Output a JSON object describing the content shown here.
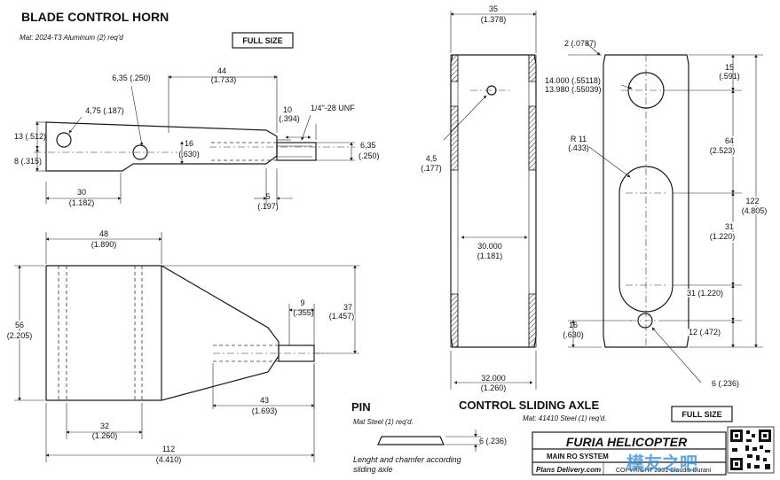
{
  "headings": {
    "horn_title": "BLADE CONTROL HORN",
    "horn_material": "Mat: 2024-T3 Aluminum (2) req'd",
    "full_size_1": "FULL SIZE",
    "axle_title": "CONTROL SLIDING AXLE",
    "axle_material": "Mat: 41410 Steel (1) req'd.",
    "full_size_2": "FULL SIZE",
    "pin_title": "PIN",
    "pin_material": "Mat Steel (1) req'd.",
    "pin_note_1": "Lenght and chamfer according",
    "pin_note_2": "sliding axle"
  },
  "horn_side": {
    "d_635": "6,35 (.250)",
    "d_44a": "44",
    "d_44b": "(1.733)",
    "d_475": "4,75 (.187)",
    "d_13": "13 (.512)",
    "d_8": "8 (.315)",
    "d_16a": "16",
    "d_16b": "(.630)",
    "d_10a": "10",
    "d_10b": "(.394)",
    "thread": "1/4\"-28 UNF",
    "d_635r_a": "6,35",
    "d_635r_b": "(.250)",
    "d_30a": "30",
    "d_30b": "(1.182)",
    "d_5a": "5",
    "d_5b": "(.197)"
  },
  "horn_top": {
    "d_48a": "48",
    "d_48b": "(1.890)",
    "d_56a": "56",
    "d_56b": "(2.205)",
    "d_9a": "9",
    "d_9b": "(.355)",
    "d_37a": "37",
    "d_37b": "(1.457)",
    "d_43a": "43",
    "d_43b": "(1.693)",
    "d_32a": "32",
    "d_32b": "(1.260)",
    "d_112a": "112",
    "d_112b": "(4.410)"
  },
  "axle_front": {
    "d_35a": "35",
    "d_35b": "(1.378)",
    "d_45a": "4,5",
    "d_45b": "(.177)",
    "d_30a": "30.000",
    "d_30b": "(1.181)",
    "d_32a": "32.000",
    "d_32b": "(1.260)"
  },
  "axle_side": {
    "d_2": "2 (.0787)",
    "d_14a": "14.000 (.55118)",
    "d_14b": "13.980 (.55039)",
    "d_15a": "15",
    "d_15b": "(.591)",
    "d_r11a": "R 11",
    "d_r11b": "(.433)",
    "d_64a": "64",
    "d_64b": "(2.523)",
    "d_122a": "122",
    "d_122b": "(4.805)",
    "d_31a": "31",
    "d_31b": "(1.220)",
    "d_31c": "31 (1.220)",
    "d_16a": "16",
    "d_16b": "(.630)",
    "d_12": "12 (.472)",
    "d_6": "6 (.236)"
  },
  "pin": {
    "d_6": "6 (.236)"
  },
  "title_block": {
    "brand": "FURIA HELICOPTER",
    "row1": "MAIN RO          SYSTEM",
    "plans": "Plans Delivery.com",
    "copyright": "COPYRIGHT 2001 Claudio Durani"
  },
  "watermark": {
    "chars": "模友之吧"
  }
}
